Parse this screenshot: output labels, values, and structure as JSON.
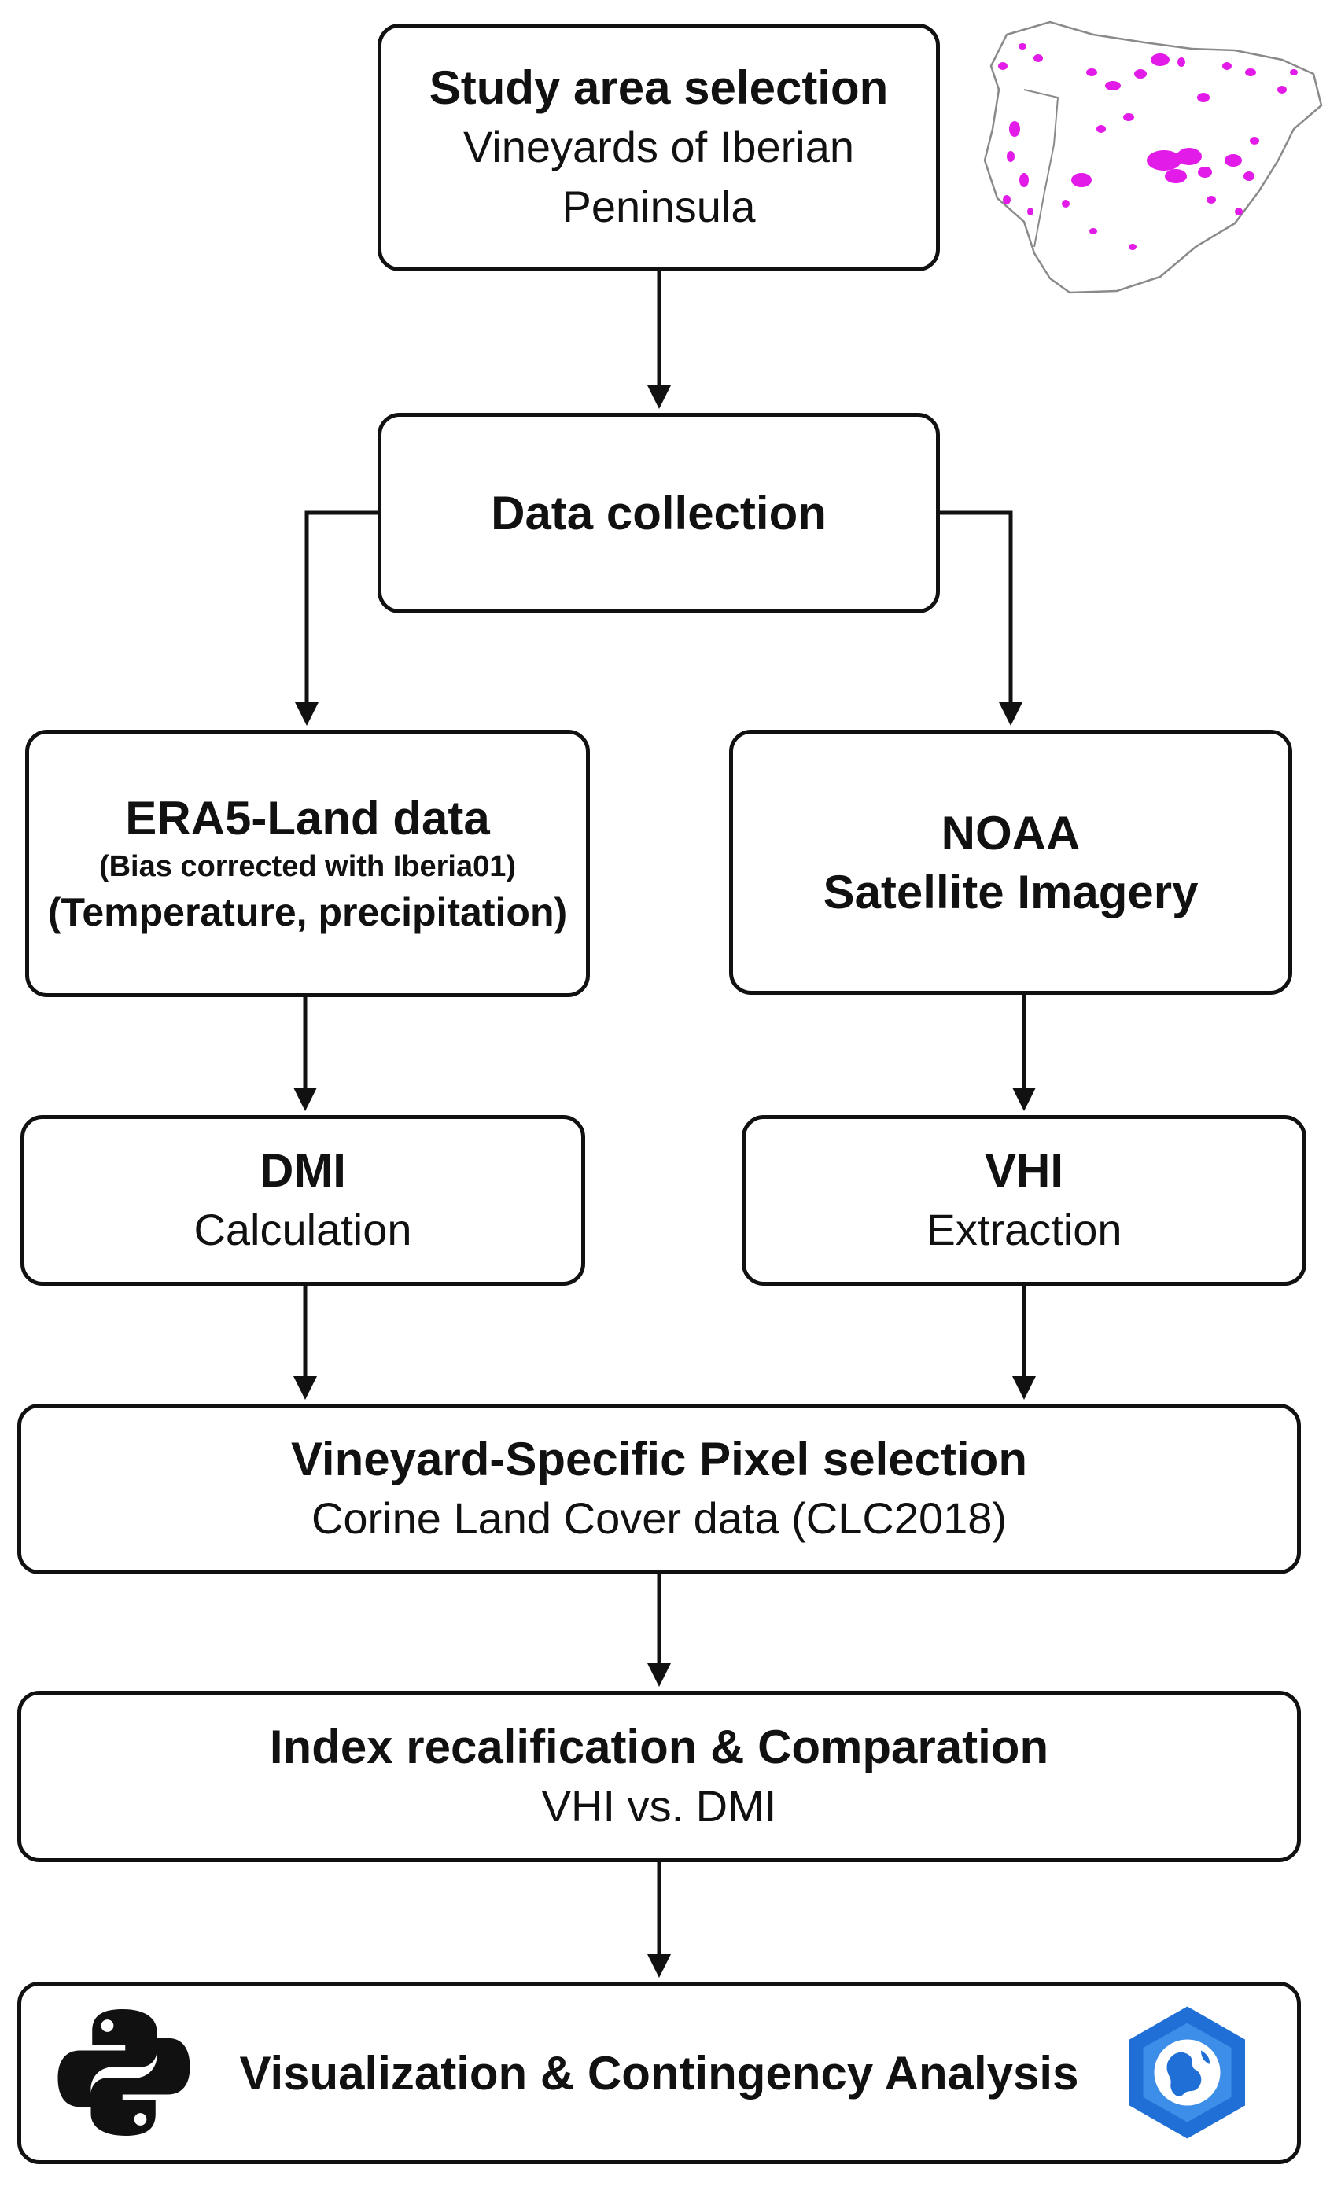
{
  "flowchart": {
    "study_area": {
      "title": "Study area selection",
      "line1": "Vineyards of Iberian",
      "line2": "Peninsula"
    },
    "data_collection": {
      "title": "Data collection"
    },
    "era5": {
      "title": "ERA5-Land data",
      "note": "(Bias corrected with Iberia01)",
      "vars": "(Temperature, precipitation)"
    },
    "noaa": {
      "title": "NOAA",
      "subtitle": "Satellite Imagery"
    },
    "dmi": {
      "title": "DMI",
      "subtitle": "Calculation"
    },
    "vhi": {
      "title": "VHI",
      "subtitle": "Extraction"
    },
    "pixel_selection": {
      "title": "Vineyard-Specific Pixel selection",
      "subtitle": "Corine Land Cover data (CLC2018)"
    },
    "index": {
      "title": "Index recalification & Comparation",
      "subtitle": "VHI vs. DMI"
    },
    "visualization": {
      "title": "Visualization & Contingency Analysis"
    }
  },
  "icons": [
    "iberia-vineyard-map",
    "python-logo-icon",
    "arcgis-globe-icon"
  ],
  "colors": {
    "stroke": "#111111",
    "vineyard": "#e21be8",
    "python": "#111111",
    "arcgis": "#1f6fd6"
  }
}
